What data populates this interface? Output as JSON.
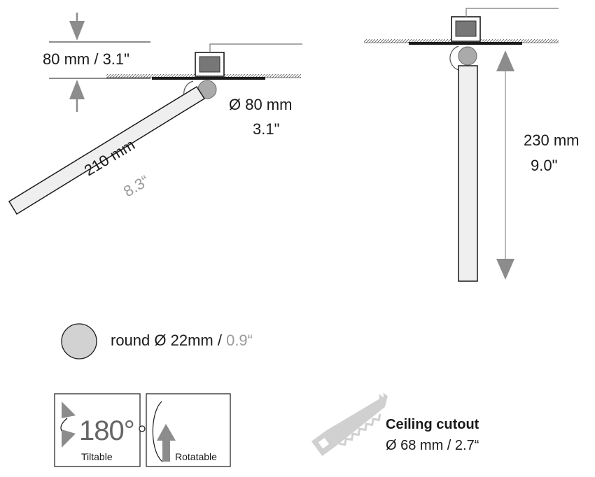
{
  "left_view": {
    "depth_label": "80 mm / 3.1\"",
    "diameter_mm": "Ø 80 mm",
    "diameter_in": "3.1\"",
    "length_mm": "210 mm",
    "length_in": "8.3“"
  },
  "right_view": {
    "length_mm": "230 mm",
    "length_in": "9.0\""
  },
  "profile": {
    "label": "round Ø 22mm / ",
    "label_in": "0.9“"
  },
  "features": {
    "tilt_angle": "180°",
    "tiltable_label": "Tiltable",
    "rotatable_label": "Rotatable"
  },
  "cutout": {
    "title": "Ceiling cutout",
    "dimension": "Ø 68 mm / 2.7“"
  },
  "colors": {
    "ink": "#1a1a1a",
    "arrow_gray": "#8c8c8c",
    "light_text": "#9a9a9a",
    "fill_light": "#efefef",
    "fill_mid": "#d2d2d2",
    "fill_dark": "#777777"
  }
}
